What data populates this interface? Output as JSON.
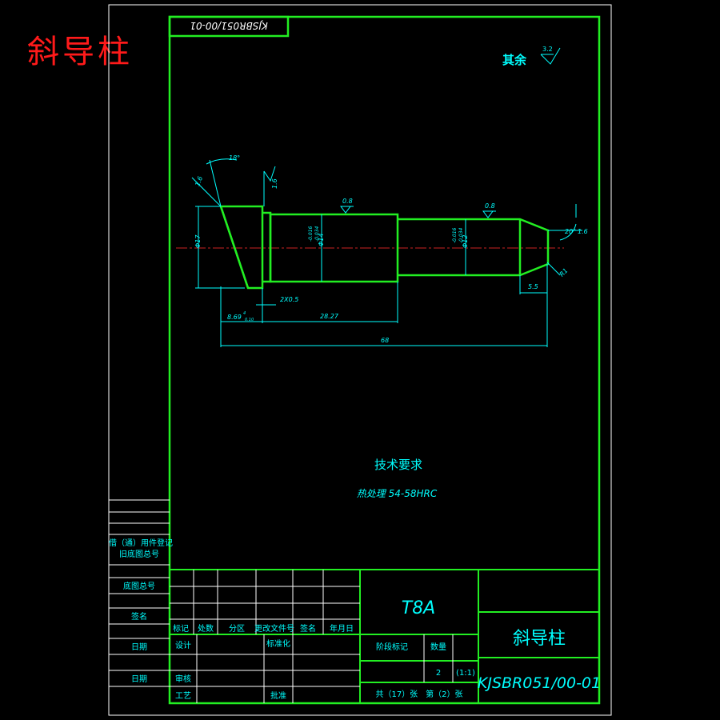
{
  "big_title": "斜导柱",
  "top_code": "KJSBR051/00-01",
  "surface": {
    "label": "其余",
    "value": "3.2"
  },
  "dims": {
    "angle_chamfer": "18°",
    "rough_end": "1.6",
    "rough_face": "1.6",
    "rough_mid": "0.8",
    "rough_right": "0.8",
    "dia_head": "Φ17",
    "dia_mid": "Φ14",
    "tol_mid_upper": "-0.016",
    "tol_mid_lower": "-0.034",
    "dia_right": "Φ12",
    "tol_right_upper": "-0.016",
    "tol_right_lower": "-0.034",
    "groove": "2X0.5",
    "len_a": "8.69",
    "len_a_sub": "4",
    "len_a_sub2": "0.10",
    "len_b": "28.27",
    "len_total": "68",
    "len_tip": "5.5",
    "tip_angle": "20°",
    "tip_len": "1.6",
    "tip_r": "R1"
  },
  "tech_req": {
    "title": "技术要求",
    "line": "热处理 54-58HRC"
  },
  "side_table": {
    "row1": "借（通）用件登记",
    "row2": "旧底图总号",
    "row3": "底图总号",
    "row4": "签名",
    "row5": "日期",
    "row6": "日期"
  },
  "title_block": {
    "material": "T8A",
    "part_name": "斜导柱",
    "drawing_no": "KJSBR051/00-01",
    "rev_headers": [
      "标记",
      "处数",
      "分区",
      "更改文件号",
      "签名",
      "年月日"
    ],
    "design": "设计",
    "standardize": "标准化",
    "review": "审核",
    "process": "工艺",
    "approve": "批准",
    "stage_mark": "阶段标记",
    "weight": "数量",
    "qty": "2",
    "scale": "(1:1)",
    "sheets": "共（17）张　第（2）张"
  }
}
